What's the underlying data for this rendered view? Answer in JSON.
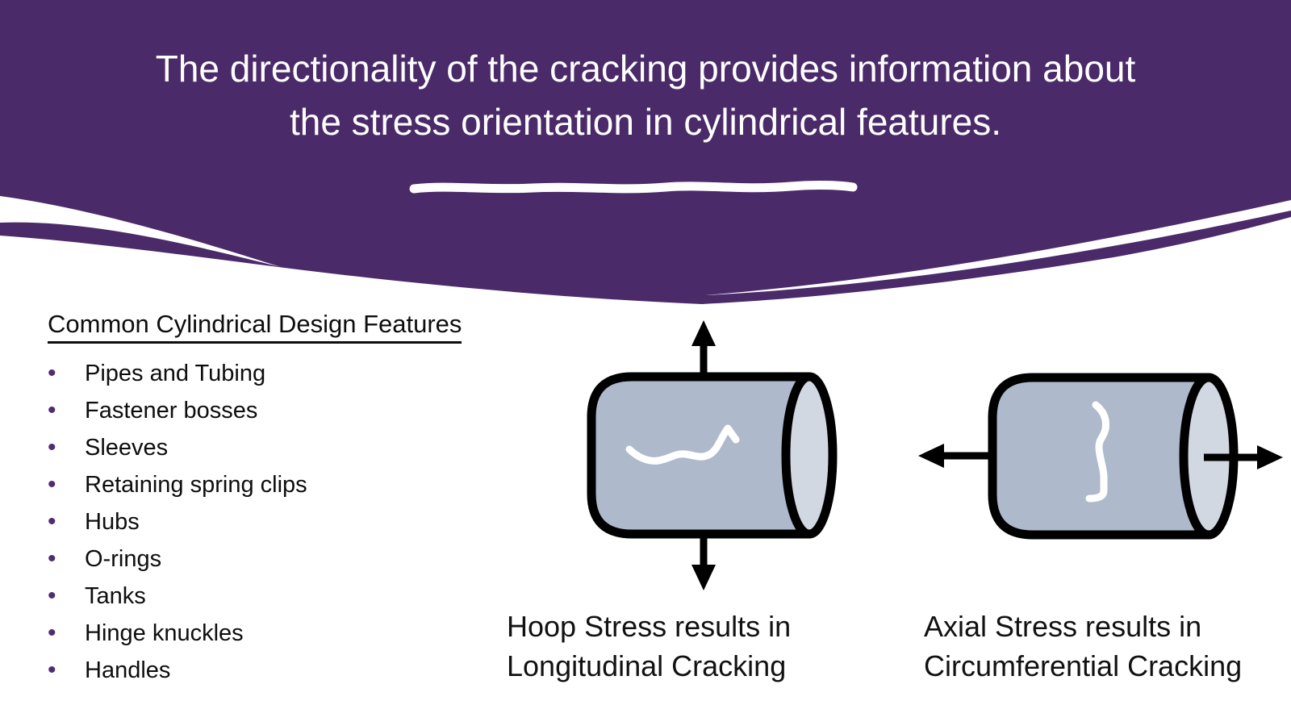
{
  "slide": {
    "title": "The directionality of the cracking provides information about the stress orientation in cylindrical features.",
    "features": {
      "heading": "Common Cylindrical Design Features",
      "bullet_glyph": "•",
      "items": [
        "Pipes and Tubing",
        "Fastener bosses",
        "Sleeves",
        "Retaining spring clips",
        "Hubs",
        "O-rings",
        "Tanks",
        "Hinge knuckles",
        "Handles"
      ]
    },
    "hoop_diagram": {
      "caption": "Hoop Stress results in Longitudinal Cracking"
    },
    "axial_diagram": {
      "caption": "Axial Stress results in Circumferential Cracking"
    },
    "colors": {
      "banner_purple": "#4b2a69",
      "bullet_purple": "#4e2d72",
      "cylinder_fill": "#aeb9cc",
      "cylinder_cap_fill": "#d2d8e2",
      "crack_white": "#ffffff",
      "outline_black": "#000000",
      "text_black": "#111111"
    }
  }
}
